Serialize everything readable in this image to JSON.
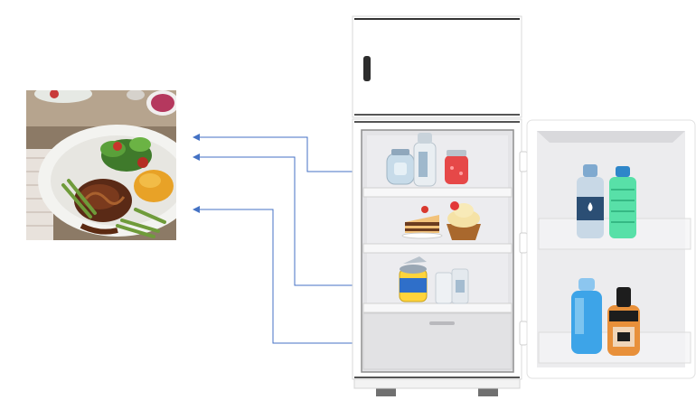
{
  "figure": {
    "photo": "plated-meal-photo",
    "appliance": "refrigerator-open",
    "arrows": [
      {
        "from": "top-shelf-jars",
        "to": "meal-photo"
      },
      {
        "from": "door-and-canned-food",
        "to": "meal-photo"
      },
      {
        "from": "vegetable-drawer",
        "to": "meal-photo"
      }
    ],
    "fridge_items": [
      "glass-jar",
      "milk-bottle",
      "jam-jar",
      "layer-cake-slice",
      "cupcake",
      "tin-can",
      "milk-cartons"
    ],
    "door_items": [
      "water-bottle",
      "green-soda-bottle",
      "blue-water-bottle",
      "whiskey-bottle"
    ]
  },
  "colors": {
    "arrow": "#4472c4",
    "fridge_body": "#ffffff",
    "fridge_interior": "#e9e9ec",
    "outline": "#333333"
  }
}
